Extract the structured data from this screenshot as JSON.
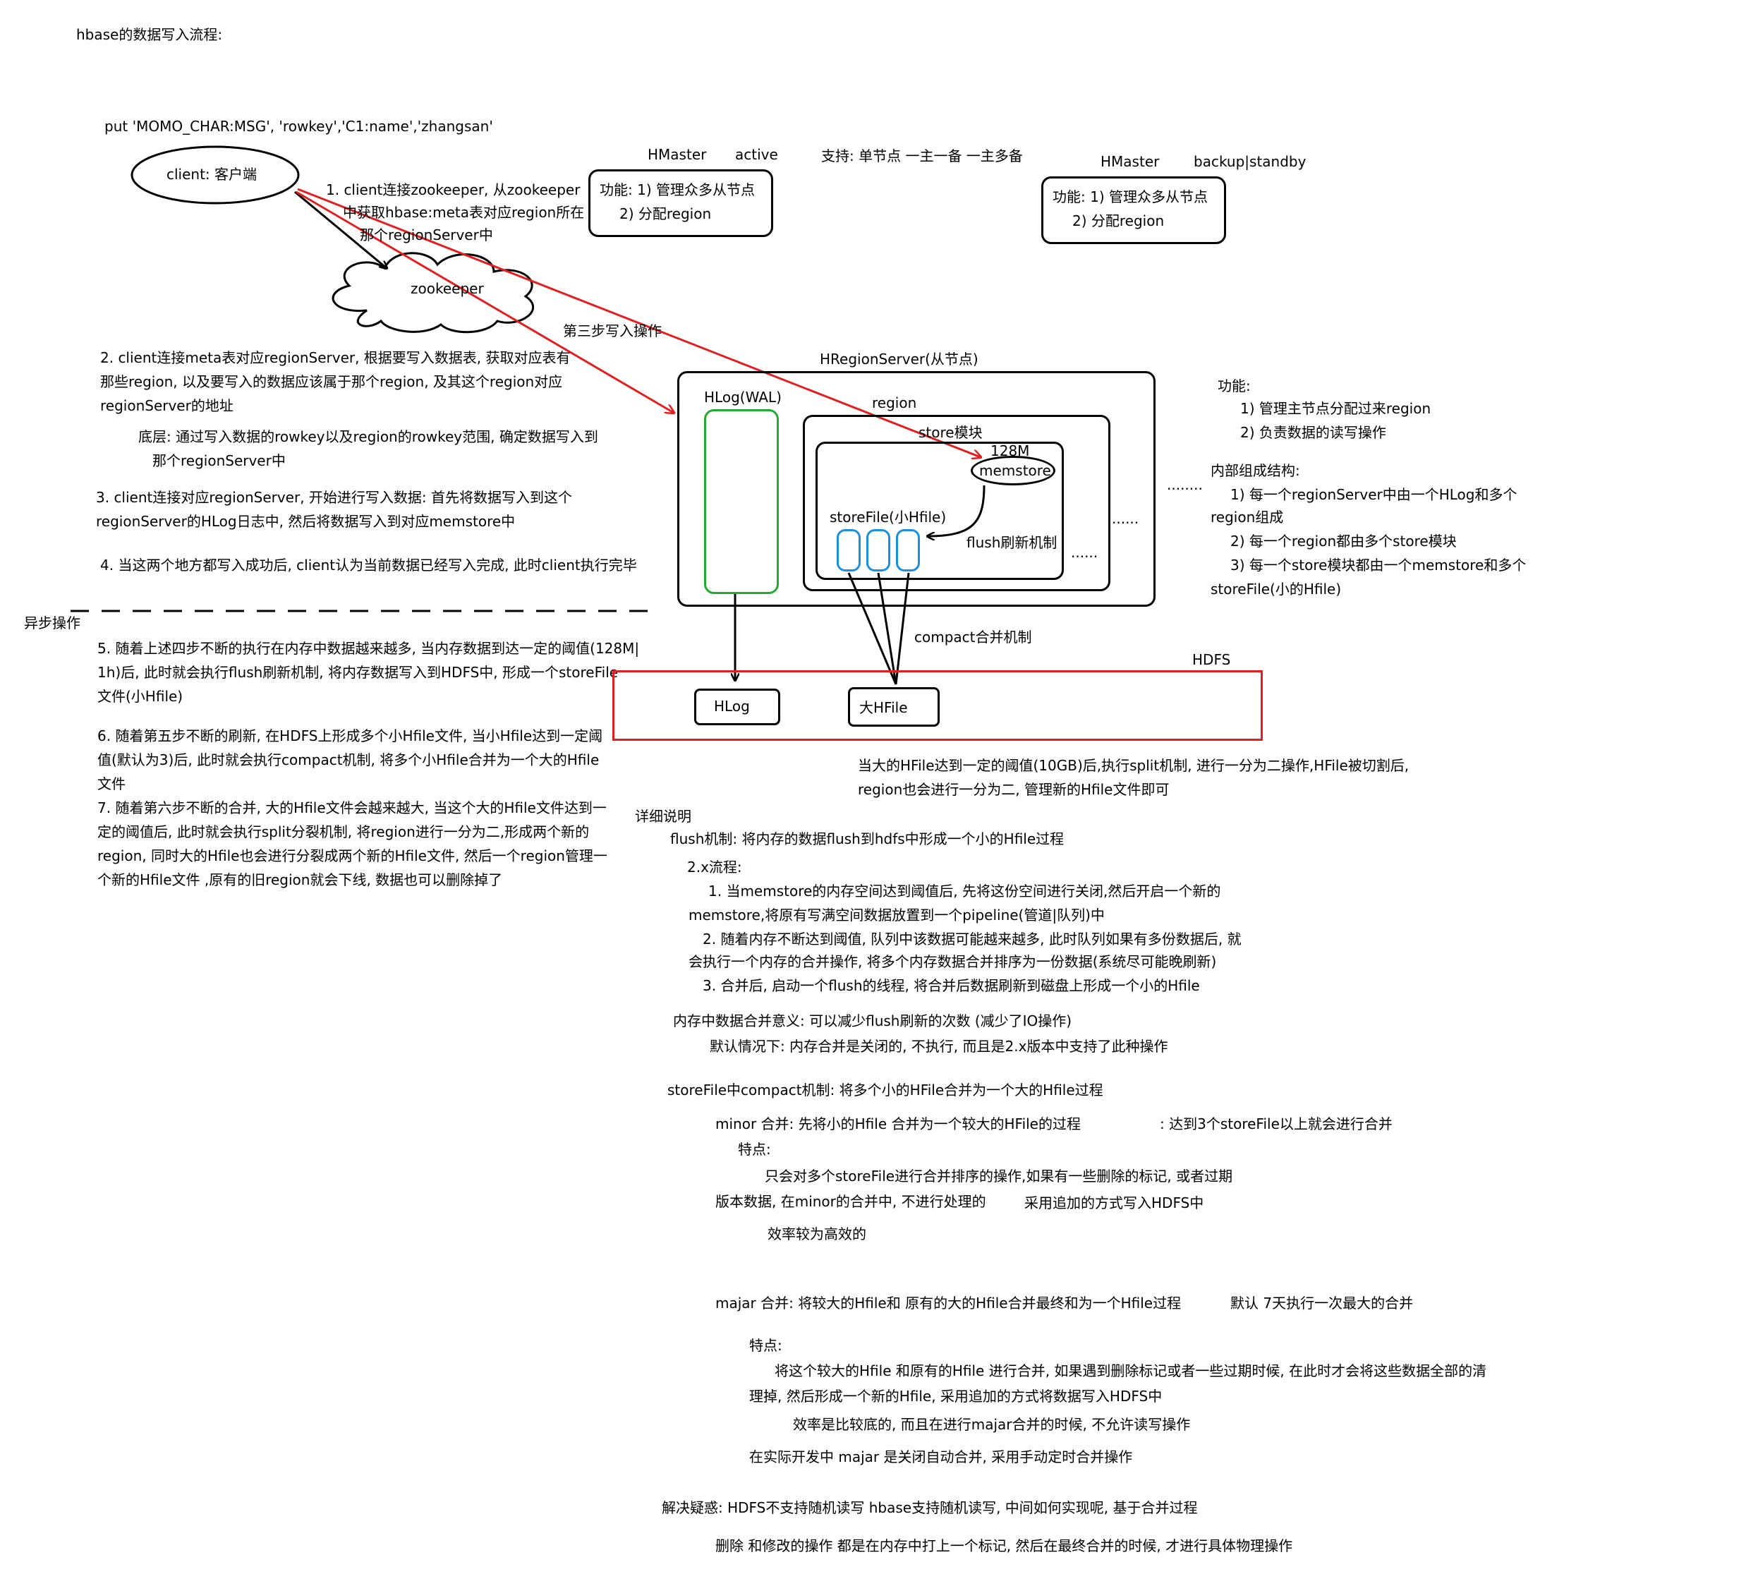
{
  "title": "hbase的数据写入流程:",
  "put_cmd": "put 'MOMO_CHAR:MSG', 'rowkey','C1:name','zhangsan'",
  "client": "client: 客户端",
  "zookeeper": "zookeeper",
  "hmaster1": {
    "name": "HMaster",
    "state": "active",
    "func1": "功能: 1) 管理众多从节点",
    "func2": "2) 分配region"
  },
  "support": "支持: 单节点 一主一备 一主多备",
  "hmaster2": {
    "name": "HMaster",
    "state": "backup|standby",
    "func1": "功能: 1) 管理众多从节点",
    "func2": "2) 分配region"
  },
  "step1": [
    "1. client连接zookeeper, 从zookeeper",
    "中获取hbase:meta表对应region所在",
    "那个regionServer中"
  ],
  "step3_label": "第三步写入操作",
  "step2": [
    "2. client连接meta表对应regionServer, 根据要写入数据表, 获取对应表有",
    "那些region, 以及要写入的数据应该属于那个region, 及其这个region对应",
    "regionServer的地址"
  ],
  "bottom_layer": [
    "底层: 通过写入数据的rowkey以及region的rowkey范围, 确定数据写入到",
    "那个regionServer中"
  ],
  "step3": [
    "3. client连接对应regionServer, 开始进行写入数据: 首先将数据写入到这个",
    "regionServer的HLog日志中, 然后将数据写入到对应memstore中"
  ],
  "step4": "4. 当这两个地方都写入成功后, client认为当前数据已经写入完成, 此时client执行完毕",
  "async": "异步操作",
  "step5": [
    "5. 随着上述四步不断的执行在内存中数据越来越多, 当内存数据到达一定的阈值(128M|",
    "1h)后, 此时就会执行flush刷新机制, 将内存数据写入到HDFS中, 形成一个storeFile",
    "文件(小Hfile)"
  ],
  "step6": [
    "6. 随着第五步不断的刷新, 在HDFS上形成多个小Hfile文件, 当小Hfile达到一定阈",
    "值(默认为3)后, 此时就会执行compact机制, 将多个小Hfile合并为一个大的Hfile",
    "文件"
  ],
  "step7": [
    "7. 随着第六步不断的合并, 大的Hfile文件会越来越大, 当这个大的Hfile文件达到一",
    "定的阈值后, 此时就会执行split分裂机制, 将region进行一分为二,形成两个新的",
    "region, 同时大的Hfile也会进行分裂成两个新的Hfile文件, 然后一个region管理一",
    "个新的Hfile文件 ,原有的旧region就会下线, 数据也可以删除掉了"
  ],
  "regionserver": {
    "title": "HRegionServer(从节点)",
    "hlog": "HLog(WAL)",
    "region": "region",
    "store": "store模块",
    "size": "128M",
    "memstore": "memstore",
    "storefile": "storeFile(小Hfile)",
    "flush": "flush刷新机制",
    "dots": "......",
    "dots_outer": "........"
  },
  "rs_func": {
    "title": "功能:",
    "f1": "1) 管理主节点分配过来region",
    "f2": "2) 负责数据的读写操作"
  },
  "rs_struct": {
    "title": "内部组成结构:",
    "l1": "1) 每一个regionServer中由一个HLog和多个",
    "l2": "region组成",
    "l3": "2) 每一个region都由多个store模块",
    "l4": "3) 每一个store模块都由一个memstore和多个",
    "l5": "storeFile(小的Hfile)"
  },
  "compact_label": "compact合并机制",
  "hdfs": "HDFS",
  "hdfs_hlog": "HLog",
  "hdfs_hfile": "大HFile",
  "split_note": [
    "当大的HFile达到一定的阈值(10GB)后,执行split机制, 进行一分为二操作,HFile被切割后,",
    "region也会进行一分为二, 管理新的Hfile文件即可"
  ],
  "detail": {
    "title": "详细说明",
    "flush_def": "flush机制: 将内存的数据flush到hdfs中形成一个小的Hfile过程",
    "flow_title": "2.x流程:",
    "flow1a": "1. 当memstore的内存空间达到阈值后, 先将这份空间进行关闭,然后开启一个新的",
    "flow1b": "memstore,将原有写满空间数据放置到一个pipeline(管道|队列)中",
    "flow2a": "2. 随着内存不断达到阈值, 队列中该数据可能越来越多, 此时队列如果有多份数据后, 就",
    "flow2b": "会执行一个内存的合并操作, 将多个内存数据合并排序为一份数据(系统尽可能晚刷新)",
    "flow3": "3. 合并后, 启动一个flush的线程, 将合并后数据刷新到磁盘上形成一个小的Hfile",
    "meaning": "内存中数据合并意义: 可以减少flush刷新的次数 (减少了IO操作)",
    "default": "默认情况下: 内存合并是关闭的, 不执行, 而且是2.x版本中支持了此种操作",
    "compact_def": "storeFile中compact机制:  将多个小的HFile合并为一个大的Hfile过程",
    "minor_title": "minor 合并:  先将小的Hfile 合并为一个较大的HFile的过程",
    "minor_cond": ": 达到3个storeFile以上就会进行合并",
    "minor_feat": "特点:",
    "minor_f1": "只会对多个storeFile进行合并排序的操作,如果有一些删除的标记, 或者过期",
    "minor_f2": "版本数据, 在minor的合并中, 不进行处理的",
    "minor_f3": "采用追加的方式写入HDFS中",
    "minor_f4": "效率较为高效的",
    "major_title": "majar 合并: 将较大的Hfile和 原有的大的Hfile合并最终和为一个Hfile过程",
    "major_default": "默认 7天执行一次最大的合并",
    "major_feat": "特点:",
    "major_f1": "将这个较大的Hfile 和原有的Hfile 进行合并, 如果遇到删除标记或者一些过期时候, 在此时才会将这些数据全部的清",
    "major_f2": "理掉, 然后形成一个新的Hfile, 采用追加的方式将数据写入HDFS中",
    "major_f3": "效率是比较底的, 而且在进行majar合并的时候, 不允许读写操作",
    "major_f4": "在实际开发中 majar 是关闭自动合并, 采用手动定时合并操作",
    "q": "解决疑惑: HDFS不支持随机读写 hbase支持随机读写, 中间如何实现呢, 基于合并过程",
    "a": "删除 和修改的操作 都是在内存中打上一个标记, 然后在最终合并的时候, 才进行具体物理操作"
  }
}
